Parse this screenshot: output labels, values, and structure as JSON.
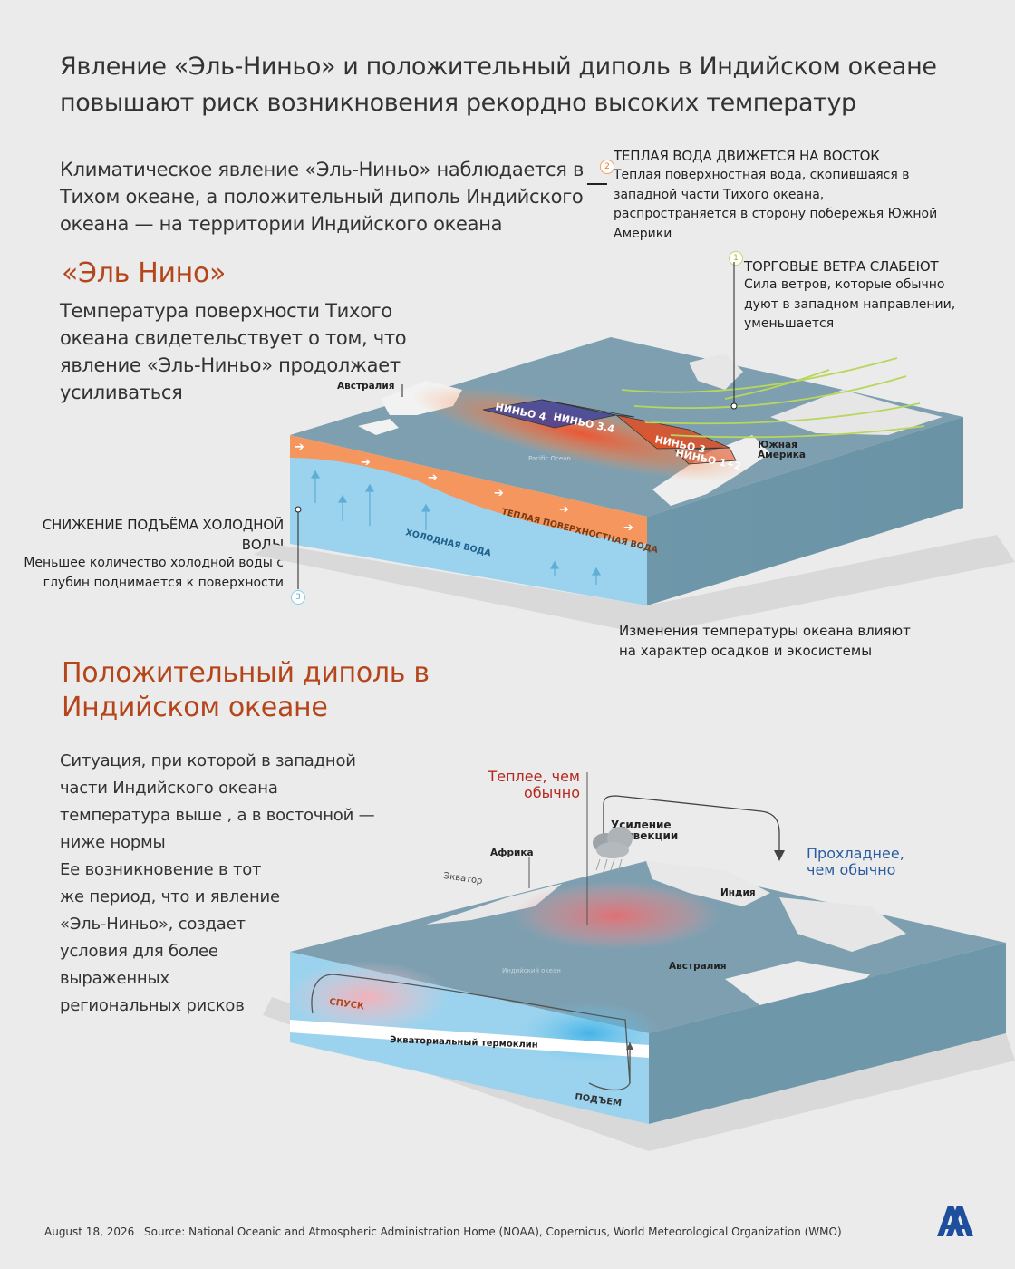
{
  "title": "Явление «Эль-Ниньо» и положительный диполь в Индийском океане повышают риск возникновения рекордно высоких температур",
  "intro": "Климатическое явление «Эль-Ниньо» наблюдается в Тихом океане, а положительный диполь Индийского океана — на территории Индийского океана",
  "elnino": {
    "heading": "«Эль Нино»",
    "text": "Температура поверхности Тихого океана свидетельствует о том, что явление «Эль-Ниньо» продолжает усиливаться",
    "callout2": {
      "num": "2",
      "title": "ТЕПЛАЯ ВОДА ДВИЖЕТСЯ НА ВОСТОК",
      "body": "Теплая поверхностная вода, скопившаяся в западной части Тихого океана, распространяется в сторону побережья Южной Америки"
    },
    "callout1": {
      "num": "1",
      "title": "ТОРГОВЫЕ ВЕТРА СЛАБЕЮТ",
      "body": "Сила ветров, которые обычно дуют в западном направлении, уменьшается"
    },
    "callout3": {
      "num": "3",
      "title": "СНИЖЕНИЕ ПОДЪЁМА ХОЛОДНОЙ ВОДЫ",
      "body": "Меньшее количество холодной воды с глубин поднимается к поверхности"
    },
    "map": {
      "australia": "Австралия",
      "south_america": "Южная Америка",
      "pacific": "Pacific Ocean",
      "nino4": "НИНЬО 4",
      "nino34": "НИНЬО 3.4",
      "nino3": "НИНЬО 3",
      "nino12": "НИНЬО 1+2",
      "warm_water": "ТЕПЛАЯ ПОВЕРХНОСТНАЯ ВОДА",
      "cold_water": "ХОЛОДНАЯ ВОДА"
    },
    "impact": "Изменения температуры океана влияют на характер осадков и экосистемы"
  },
  "dipole": {
    "heading": "Положительный диполь в Индийском океане",
    "text1": "Ситуация, при которой в западной части Индийского океана температура выше , а в восточной — ниже нормы",
    "text2": "Ее возникновение в тот же период, что и явление «Эль-Ниньо», создает условия для более выраженных региональных рисков",
    "warmer": "Теплее, чем обычно",
    "cooler": "Прохладнее, чем обычно",
    "convection": "Усиление конвекции",
    "map": {
      "africa": "Африка",
      "equator": "Экватор",
      "india": "Индия",
      "australia": "Австралия",
      "indian_ocean": "Индийский океан",
      "descent": "СПУСК",
      "ascent": "ПОДЪЕМ",
      "thermocline": "Экваториальный термоклин"
    }
  },
  "footer": {
    "date": "August 18, 2026",
    "source": "Source: National Oceanic and Atmospheric Administration Home (NOAA), Copernicus, World Meteorological Organization (WMO)",
    "logo": "AA"
  },
  "colors": {
    "heading_accent": "#b5451b",
    "warm_text": "#b5281f",
    "cool_text": "#2a5d9f",
    "ocean": "#7a9daf",
    "warm_layer": "#f4965e",
    "cold_layer": "#9bd3ee",
    "wind": "#b8d65c"
  }
}
